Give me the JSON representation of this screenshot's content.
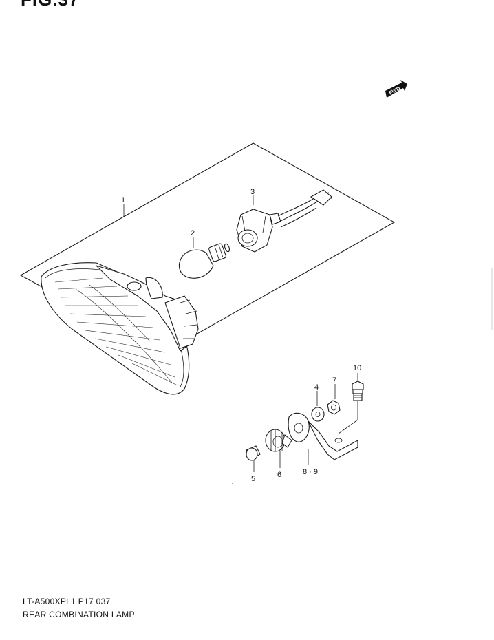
{
  "figure_title": "FIG.37",
  "fwd_label": "FWD",
  "footer": {
    "code": "LT-A500XPL1 P17  037",
    "title": "REAR COMBINATION LAMP"
  },
  "callouts": {
    "c1": "1",
    "c2": "2",
    "c3": "3",
    "c4": "4",
    "c5": "5",
    "c6": "6",
    "c7": "7",
    "c89": "8 · 9",
    "c10": "10"
  }
}
